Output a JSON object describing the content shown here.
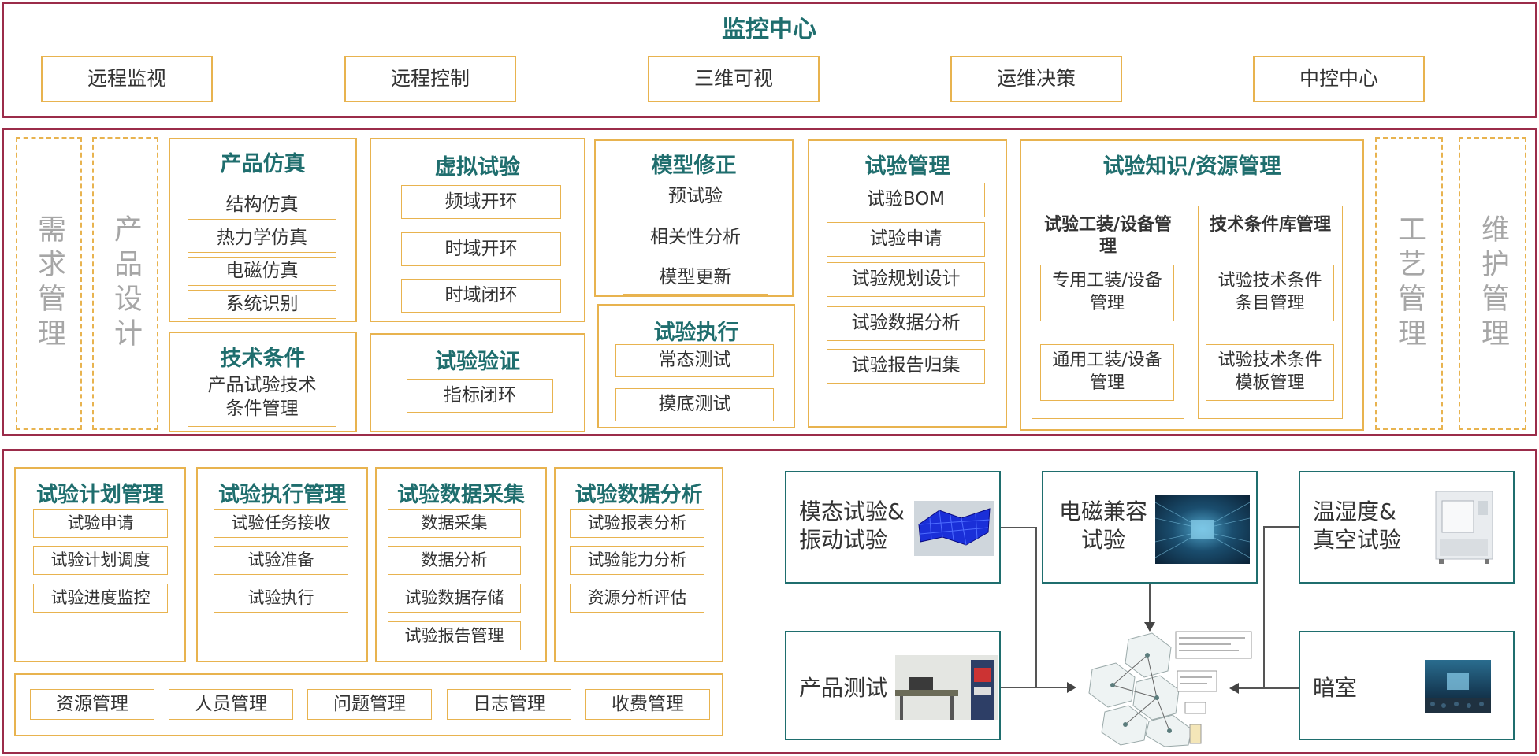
{
  "monitor": {
    "title": "监控中心",
    "items": [
      "远程监视",
      "远程控制",
      "三维可视",
      "运维决策",
      "中控中心"
    ]
  },
  "side": {
    "left1": "需求管理",
    "left2": "产品设计",
    "right1": "工艺管理",
    "right2": "维护管理"
  },
  "sim": {
    "title": "产品仿真",
    "items": [
      "结构仿真",
      "热力学仿真",
      "电磁仿真",
      "系统识别"
    ]
  },
  "tech": {
    "title": "技术条件",
    "items": [
      "产品试验技术条件管理"
    ]
  },
  "virtual": {
    "title": "虚拟试验",
    "items": [
      "频域开环",
      "时域开环",
      "时域闭环"
    ]
  },
  "verify": {
    "title": "试验验证",
    "items": [
      "指标闭环"
    ]
  },
  "model": {
    "title": "模型修正",
    "items": [
      "预试验",
      "相关性分析",
      "模型更新"
    ]
  },
  "exec": {
    "title": "试验执行",
    "items": [
      "常态测试",
      "摸底测试"
    ]
  },
  "testmgmt": {
    "title": "试验管理",
    "items": [
      "试验BOM",
      "试验申请",
      "试验规划设计",
      "试验数据分析",
      "试验报告归集"
    ]
  },
  "knowledge": {
    "title": "试验知识/资源管理",
    "col1": {
      "title": "试验工装/设备管理",
      "items": [
        "专用工装/设备管理",
        "通用工装/设备管理"
      ]
    },
    "col2": {
      "title": "技术条件库管理",
      "items": [
        "试验技术条件条目管理",
        "试验技术条件模板管理"
      ]
    }
  },
  "plan": {
    "title": "试验计划管理",
    "items": [
      "试验申请",
      "试验计划调度",
      "试验进度监控"
    ]
  },
  "execmgmt": {
    "title": "试验执行管理",
    "items": [
      "试验任务接收",
      "试验准备",
      "试验执行"
    ]
  },
  "collect": {
    "title": "试验数据采集",
    "items": [
      "数据采集",
      "数据分析",
      "试验数据存储",
      "试验报告管理"
    ]
  },
  "analysis": {
    "title": "试验数据分析",
    "items": [
      "试验报表分析",
      "试验能力分析",
      "资源分析评估"
    ]
  },
  "bottom": {
    "items": [
      "资源管理",
      "人员管理",
      "问题管理",
      "日志管理",
      "收费管理"
    ]
  },
  "labs": {
    "modal": "模态试验&振动试验",
    "emc": "电磁兼容试验",
    "temp": "温湿度&真空试验",
    "product": "产品测试",
    "dark": "暗室"
  },
  "colors": {
    "maroon": "#9b2c4a",
    "gold": "#e8b34f",
    "teal": "#1f6e6e",
    "gray": "#a6a6a6"
  }
}
